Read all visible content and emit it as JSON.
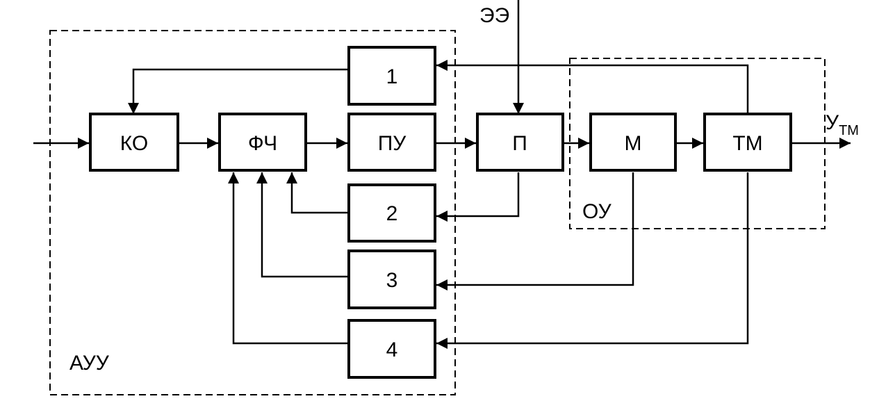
{
  "blocks": {
    "ko": "КО",
    "fch": "ФЧ",
    "pu": "ПУ",
    "p": "П",
    "m": "М",
    "tm": "ТМ",
    "b1": "1",
    "b2": "2",
    "b3": "3",
    "b4": "4"
  },
  "groups": {
    "auu": "АУУ",
    "ou": "ОУ"
  },
  "signals": {
    "ee": "ЭЭ",
    "output_main": "У",
    "output_sub": "ТМ"
  }
}
